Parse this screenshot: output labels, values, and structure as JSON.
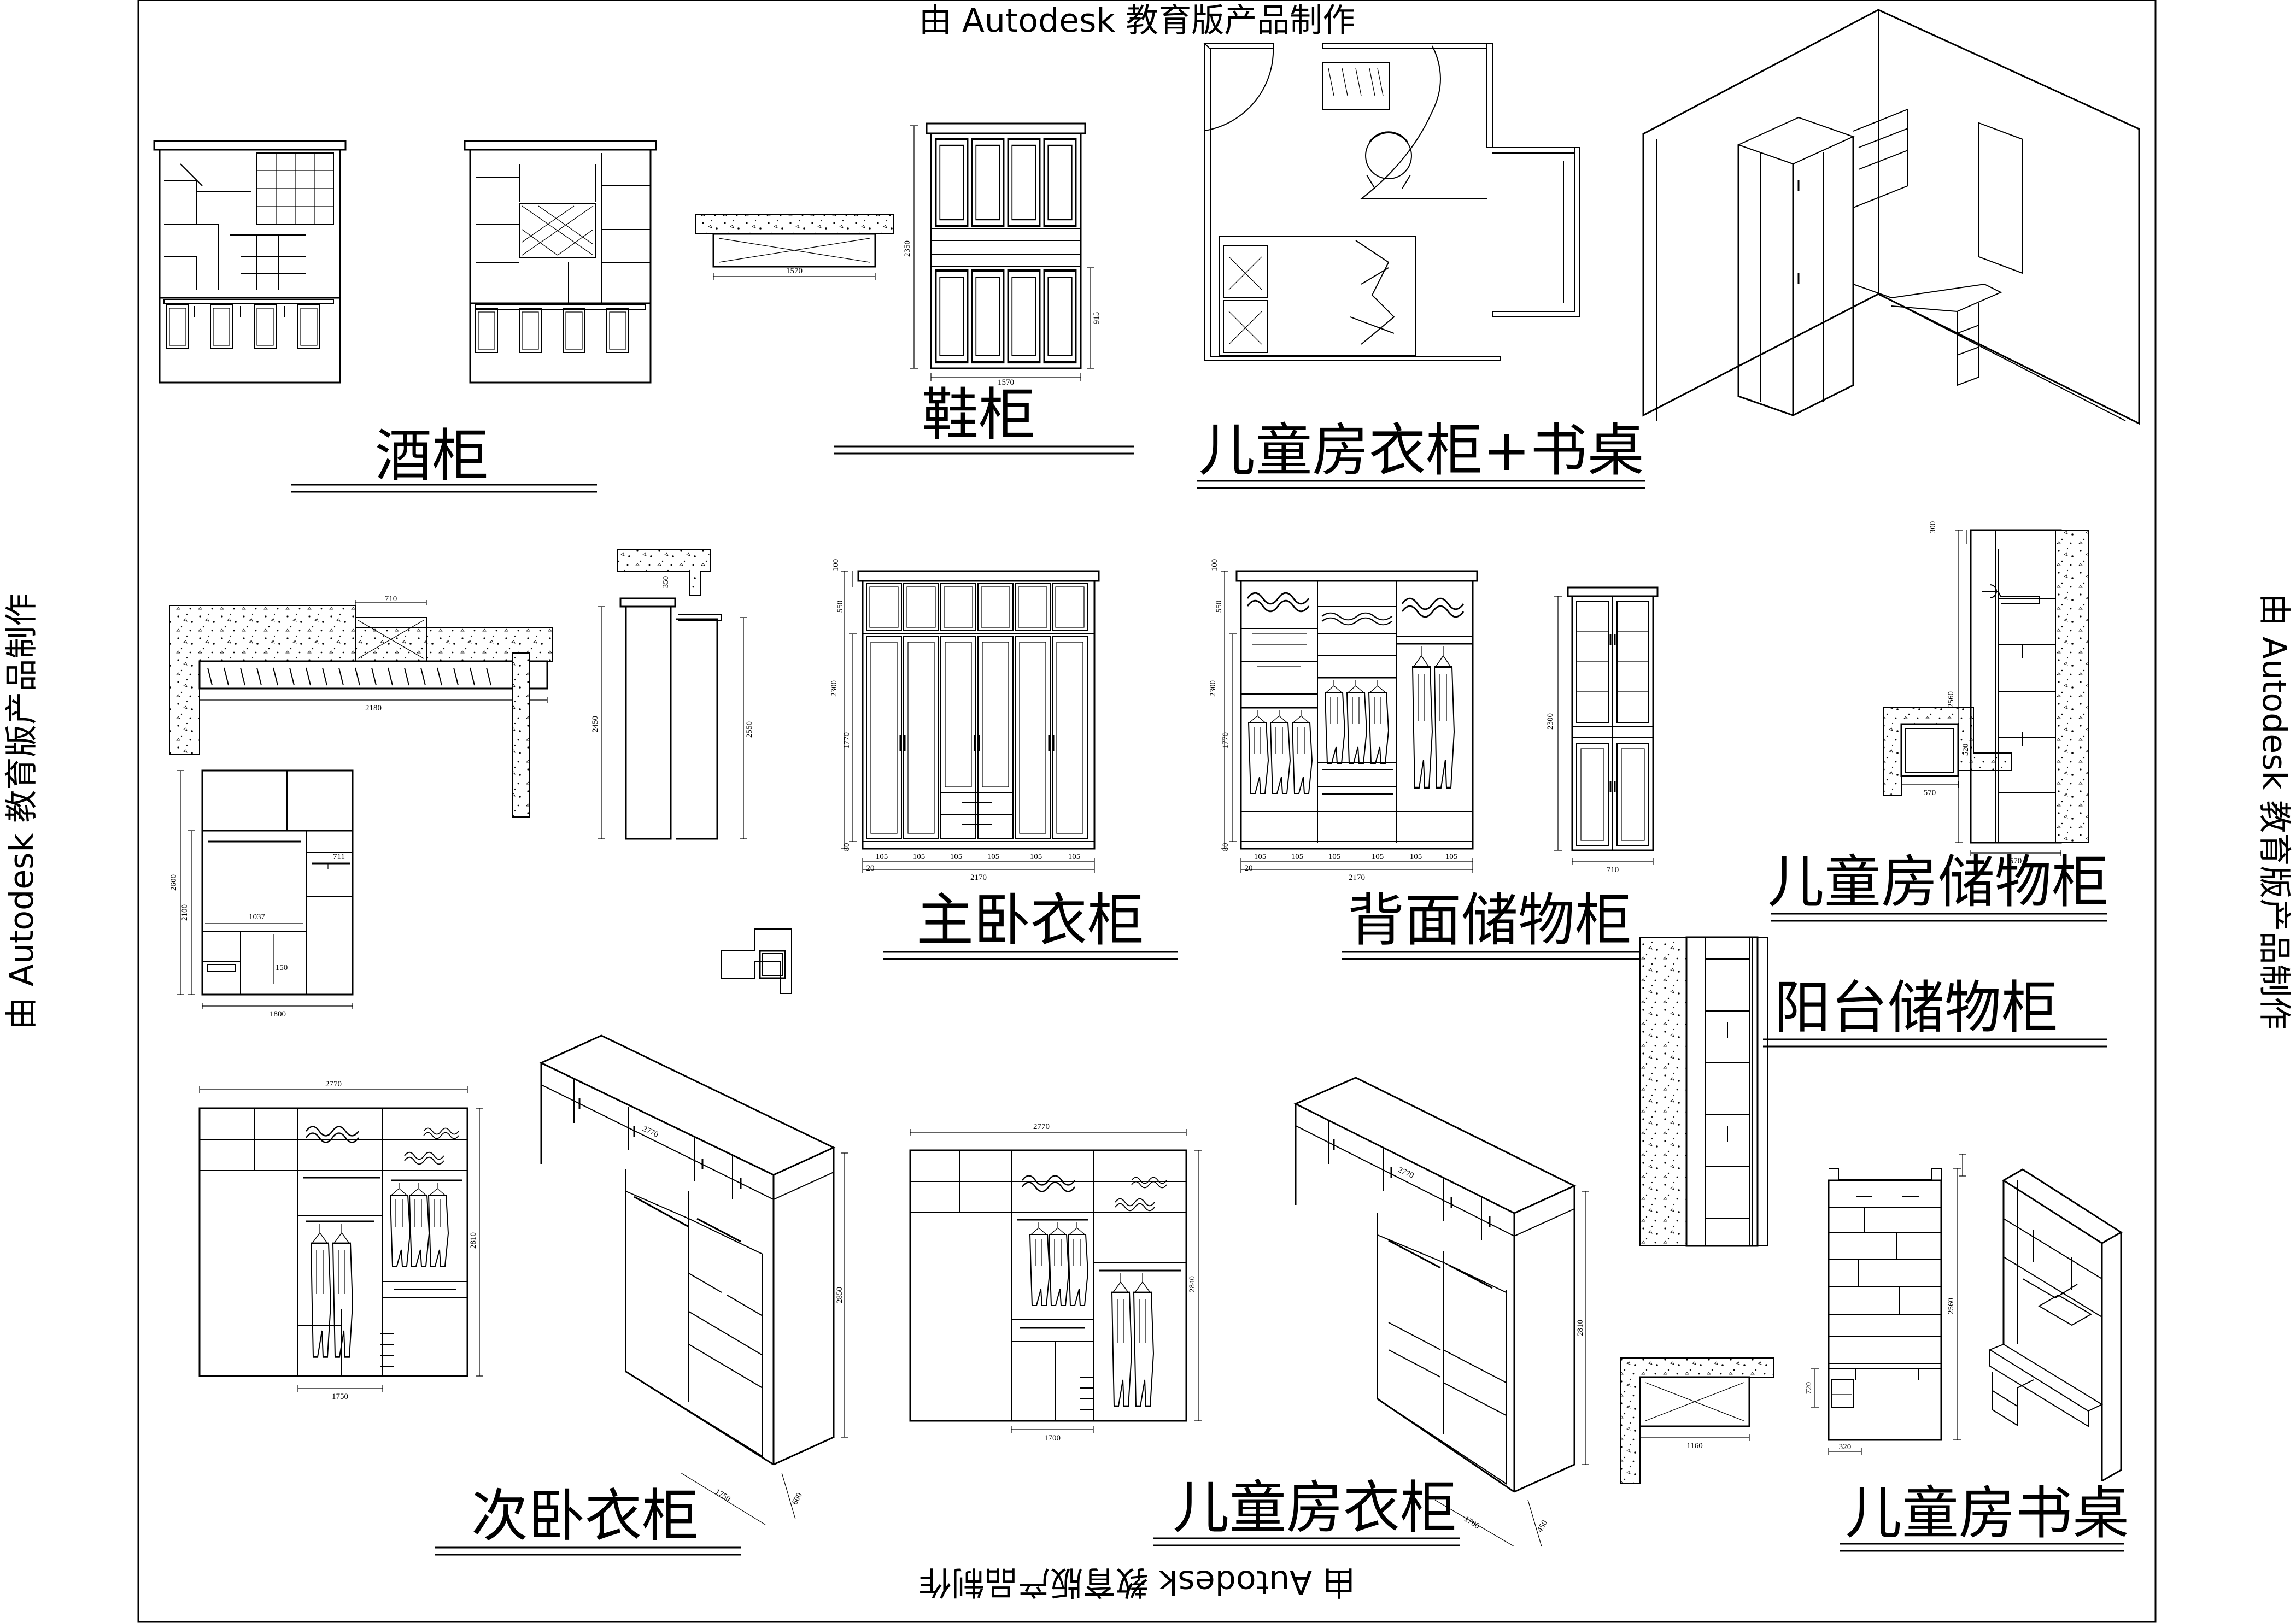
{
  "watermark": "由 Autodesk 教育版产品制作",
  "titles": {
    "wine_cabinet": "酒柜",
    "shoe_cabinet": "鞋柜",
    "kids_wardrobe_desk": "儿童房衣柜+书桌",
    "master_wardrobe": "主卧衣柜",
    "back_storage": "背面储物柜",
    "kids_storage": "儿童房储物柜",
    "balcony_storage": "阳台储物柜",
    "second_wardrobe": "次卧衣柜",
    "kids_wardrobe": "儿童房衣柜",
    "kids_desk": "儿童房书桌"
  },
  "dims": {
    "d1570": "1570",
    "d2350": "2350",
    "d915": "915",
    "d710": "710",
    "d2180": "2180",
    "d350": "350",
    "d2450": "2450",
    "d2550": "2550",
    "d100": "100",
    "d550": "550",
    "d2300": "2300",
    "d1770": "1770",
    "d80": "80",
    "d105": "105",
    "d2170": "2170",
    "d20": "20",
    "d2600": "2600",
    "d2100": "2100",
    "d1037": "1037",
    "d711": "711",
    "d150": "150",
    "d1800": "1800",
    "d520": "520",
    "d570": "570",
    "d300": "300",
    "d2560": "2560",
    "d2770": "2770",
    "d2810": "2810",
    "d1750": "1750",
    "d2850": "2850",
    "d600": "600",
    "d2840": "2840",
    "d1700": "1700",
    "d450": "450",
    "d1160": "1160",
    "d720": "720",
    "d320": "320"
  }
}
